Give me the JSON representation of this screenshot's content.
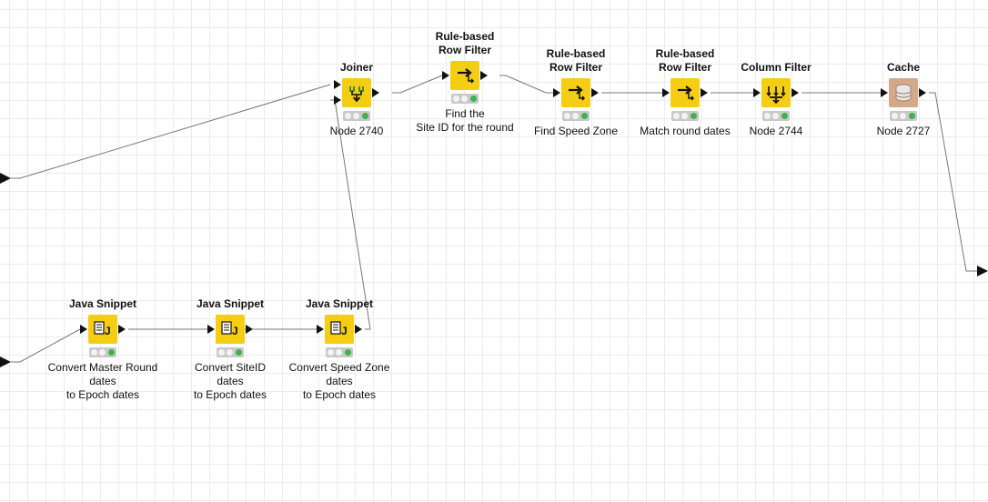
{
  "workflow": {
    "nodes": [
      {
        "id": "joiner",
        "type_lines": [
          "Joiner"
        ],
        "label_lines": [
          "Node 2740"
        ],
        "icon": "joiner-icon",
        "color": "#f5cd13"
      },
      {
        "id": "rbrf-site",
        "type_lines": [
          "Rule-based",
          "Row Filter"
        ],
        "label_lines": [
          "Find the",
          "Site ID for the round"
        ],
        "icon": "row-filter-icon",
        "color": "#f5cd13"
      },
      {
        "id": "rbrf-speed",
        "type_lines": [
          "Rule-based",
          "Row Filter"
        ],
        "label_lines": [
          "Find Speed Zone"
        ],
        "icon": "row-filter-icon",
        "color": "#f5cd13"
      },
      {
        "id": "rbrf-dates",
        "type_lines": [
          "Rule-based",
          "Row Filter"
        ],
        "label_lines": [
          "Match round dates"
        ],
        "icon": "row-filter-icon",
        "color": "#f5cd13"
      },
      {
        "id": "colfilter",
        "type_lines": [
          "Column Filter"
        ],
        "label_lines": [
          "Node 2744"
        ],
        "icon": "column-filter-icon",
        "color": "#f5cd13"
      },
      {
        "id": "cache",
        "type_lines": [
          "Cache"
        ],
        "label_lines": [
          "Node 2727"
        ],
        "icon": "database-icon",
        "color": "#d3a98a"
      },
      {
        "id": "java1",
        "type_lines": [
          "Java Snippet"
        ],
        "label_lines": [
          "Convert Master Round",
          "dates",
          "to Epoch dates"
        ],
        "icon": "java-snippet-icon",
        "color": "#f5cd13"
      },
      {
        "id": "java2",
        "type_lines": [
          "Java Snippet"
        ],
        "label_lines": [
          "Convert SiteID",
          "dates",
          "to Epoch dates"
        ],
        "icon": "java-snippet-icon",
        "color": "#f5cd13"
      },
      {
        "id": "java3",
        "type_lines": [
          "Java Snippet"
        ],
        "label_lines": [
          "Convert Speed Zone",
          "dates",
          "to Epoch dates"
        ],
        "icon": "java-snippet-icon",
        "color": "#f5cd13"
      }
    ],
    "status_colors": {
      "off": "#f3f3f3",
      "on": "#3bb54a"
    }
  }
}
